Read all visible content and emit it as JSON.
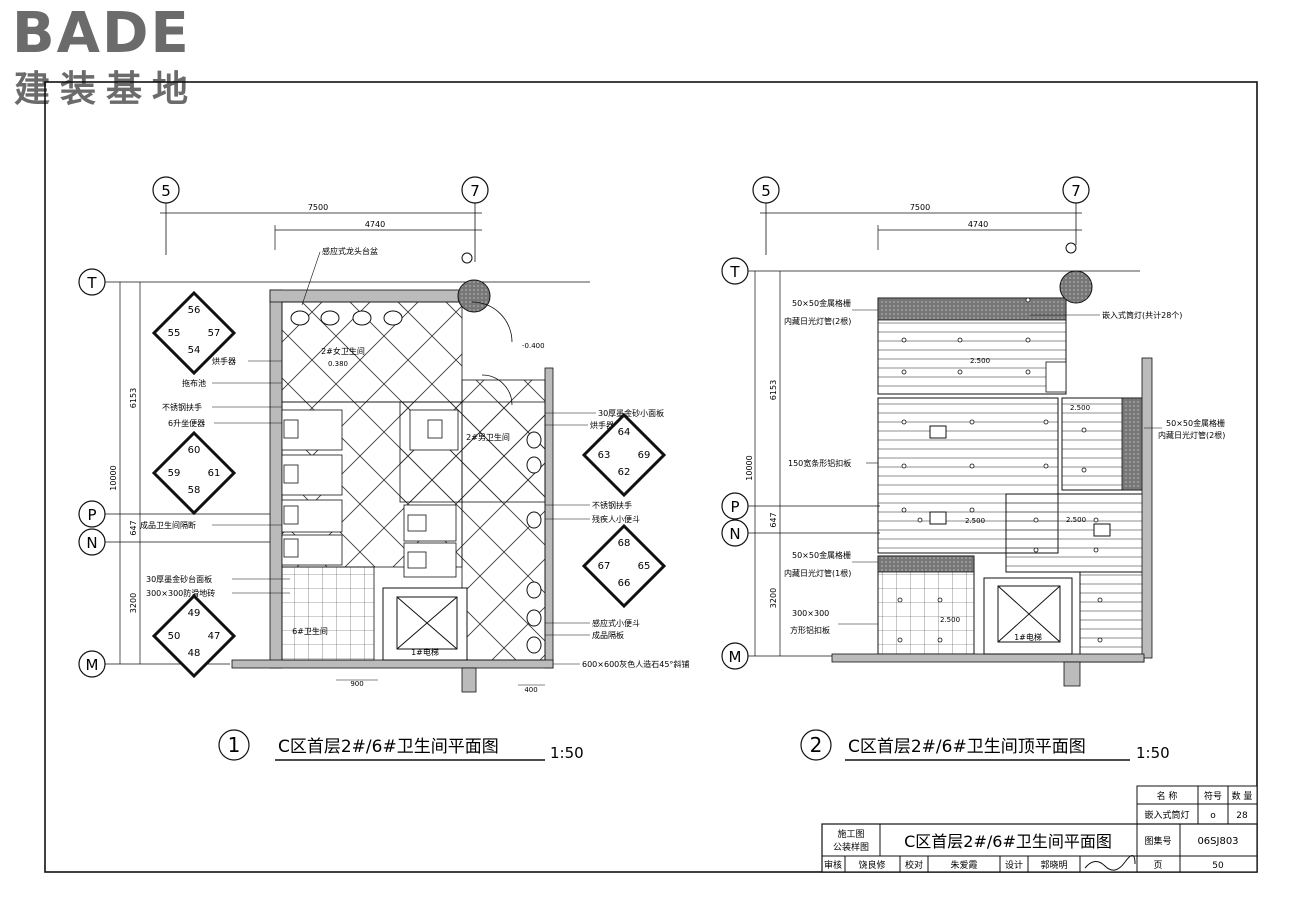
{
  "logo": {
    "brand": "BADE",
    "subtitle": "建装基地"
  },
  "plan1": {
    "num": "1",
    "title": "C区首层2#/6#卫生间平面图",
    "scale": "1:50",
    "axes": {
      "col_left": "5",
      "col_right": "7",
      "row_T": "T",
      "row_P": "P",
      "row_N": "N",
      "row_M": "M"
    },
    "dims": {
      "overall": "7500",
      "partial": "4740",
      "height_total": "10000",
      "h1": "6153",
      "h2": "647",
      "h3": "3200",
      "bottom1": "900",
      "bottom2": "400"
    },
    "labels": {
      "basin": "感应式龙头台盆",
      "dryer_l": "烘手器",
      "mop": "拖布池",
      "grab": "不锈钢扶手",
      "toilet": "6升坐便器",
      "partition": "成品卫生间隔断",
      "counter": "30厚墨金砂台面板",
      "tile": "300×300防滑地砖",
      "marble": "30厚墨金砂小面板",
      "dryer_r": "烘手器",
      "grab_r": "不锈钢扶手",
      "disabled": "残疾人小便斗",
      "urinal": "感应式小便斗",
      "part_r": "成品隔板",
      "floor": "600×600灰色人造石45°斜铺",
      "female": "2#女卫生间",
      "male": "2#男卫生间",
      "room6": "6#卫生间",
      "elevator": "1#电梯",
      "elev_f": "-0.400",
      "elev_f2": "0.380"
    },
    "badges": [
      [
        "56",
        "55",
        "57",
        "54"
      ],
      [
        "60",
        "59",
        "61",
        "58"
      ],
      [
        "49",
        "50",
        "47",
        "48"
      ],
      [
        "64",
        "63",
        "69",
        "62"
      ],
      [
        "68",
        "67",
        "65",
        "66"
      ]
    ]
  },
  "plan2": {
    "num": "2",
    "title": "C区首层2#/6#卫生间顶平面图",
    "scale": "1:50",
    "labels": {
      "grille_l": "50×50金属格栅",
      "tube_l": "内藏日光灯管(2根)",
      "plank": "150宽条形铝扣板",
      "grille_l2": "50×50金属格栅",
      "tube_l2": "内藏日光灯管(1根)",
      "sq": "300×300",
      "sq2": "方形铝扣板",
      "downlight": "嵌入式筒灯(共计28个)",
      "grille_r": "50×50金属格栅",
      "tube_r": "内藏日光灯管(2根)",
      "elevator": "1#电梯",
      "elev1": "2.500",
      "elev2": "2.500",
      "elev3": "2.500",
      "elev4": "2.500",
      "elev5": "2.500"
    }
  },
  "titleblock": {
    "legend_h1": "名 称",
    "legend_h2": "符号",
    "legend_h3": "数 量",
    "legend_r1": "嵌入式筒灯",
    "legend_r2": "o",
    "legend_r3": "28",
    "type1": "施工图",
    "type2": "公装样图",
    "drawing_title": "C区首层2#/6#卫生间平面图",
    "atlas_label": "图集号",
    "atlas_no": "06SJ803",
    "review": "审核",
    "reviewer": "饶良修",
    "check": "校对",
    "checker": "朱爱霞",
    "design": "设计",
    "designer": "郭晓明",
    "page_label": "页",
    "page_no": "50"
  }
}
